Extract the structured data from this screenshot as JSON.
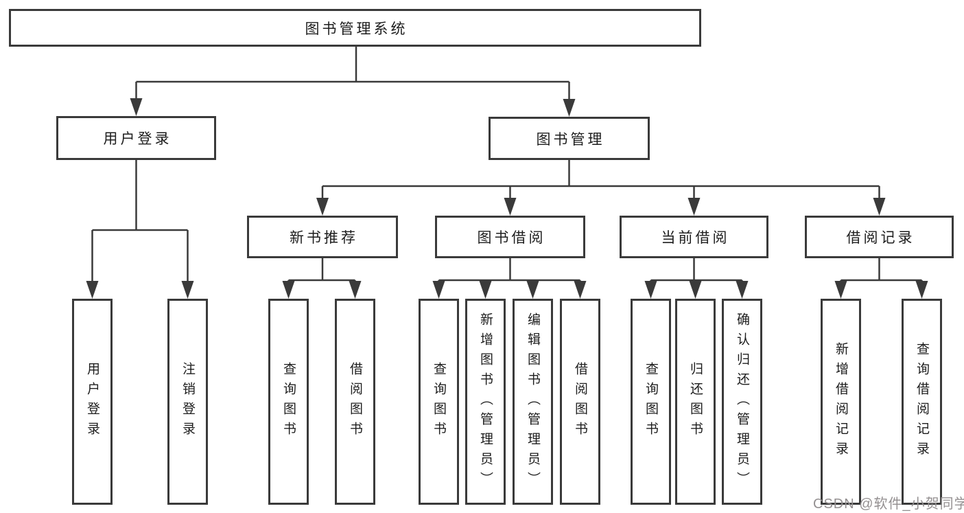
{
  "diagram": {
    "root": {
      "label": "图书管理系统"
    },
    "level2": [
      {
        "label": "用户登录"
      },
      {
        "label": "图书管理"
      }
    ],
    "level3": [
      {
        "label": "新书推荐"
      },
      {
        "label": "图书借阅"
      },
      {
        "label": "当前借阅"
      },
      {
        "label": "借阅记录"
      }
    ],
    "leaves": [
      {
        "label": "用户登录"
      },
      {
        "label": "注销登录"
      },
      {
        "label": "查询图书"
      },
      {
        "label": "借阅图书"
      },
      {
        "label": "查询图书"
      },
      {
        "label": "新增图书（管理员）"
      },
      {
        "label": "编辑图书（管理员）"
      },
      {
        "label": "借阅图书"
      },
      {
        "label": "查询图书"
      },
      {
        "label": "归还图书"
      },
      {
        "label": "确认归还（管理员）"
      },
      {
        "label": "新增借阅记录"
      },
      {
        "label": "查询借阅记录"
      }
    ]
  },
  "watermark": {
    "text": "CSDN @软件_小贺同学"
  },
  "colors": {
    "line": "#3a3a3a",
    "box_border": "#3a3a3a",
    "text": "#1d1d1d",
    "watermark": "#949091",
    "background": "#ffffff"
  }
}
